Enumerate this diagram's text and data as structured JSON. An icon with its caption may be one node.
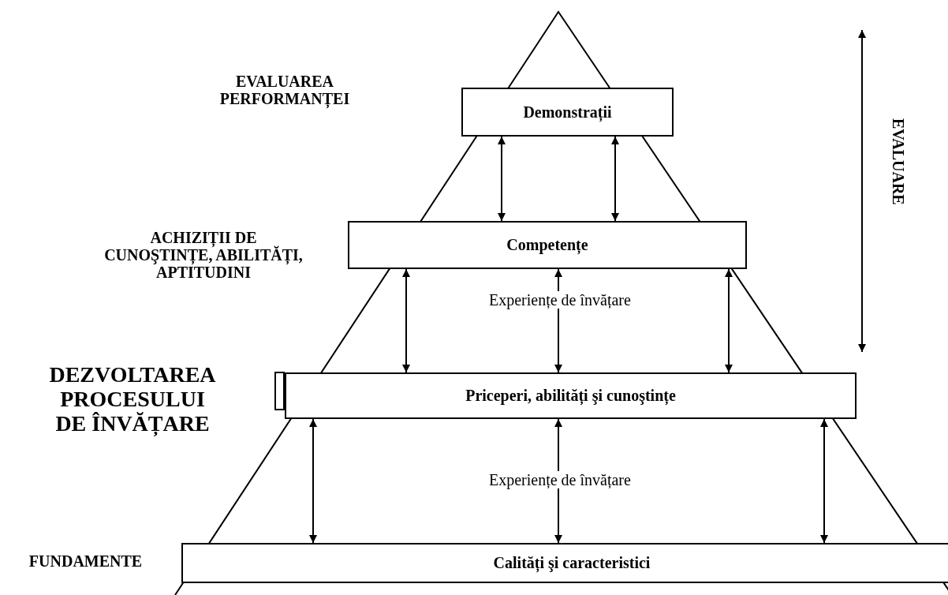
{
  "diagram": {
    "nodes": [
      {
        "text": [
          "Demonstrații"
        ]
      },
      {
        "text": [
          "Competențe"
        ]
      },
      {
        "text": [],
        "shape": "box"
      },
      {
        "text": [
          "Priceperi, abilități şi cunoştințe"
        ]
      },
      {
        "text": [
          "Calități şi caracteristici"
        ]
      }
    ],
    "edges": [
      {
        "from": 0,
        "to": 1,
        "arrow": "both"
      },
      {
        "from": 0,
        "to": 1,
        "arrow": "both"
      },
      {
        "from": 1,
        "to": 3,
        "arrow": "both"
      },
      {
        "from": 1,
        "to": 3,
        "arrow": "both"
      },
      {
        "from": 1,
        "to": 3,
        "arrow": "both"
      },
      {
        "from": 3,
        "to": 4,
        "arrow": "both"
      },
      {
        "from": 3,
        "to": 4,
        "arrow": "both"
      },
      {
        "from": 3,
        "to": 4,
        "arrow": "both"
      }
    ],
    "labels": [
      "EVALUAREA PERFORMANȚEI",
      "EVALUARE",
      "ACHIZIȚII DE CUNOŞTINȚE, ABILITĂȚI, APTITUDINI",
      "Experiențe de învățare",
      "DEZVOLTAREA PROCESULUI DE ÎNVĂȚARE",
      "Experiențe de învățare",
      "FUNDAMENTE"
    ]
  }
}
